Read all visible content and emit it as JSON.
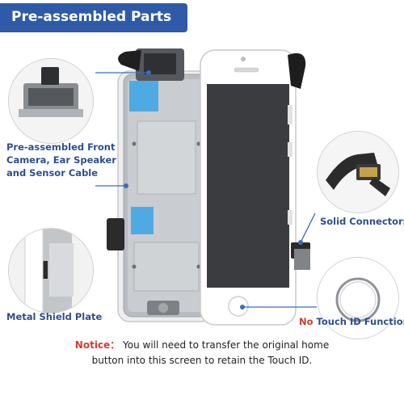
{
  "header": {
    "title": "Pre-assembled Parts"
  },
  "callouts": {
    "front_camera": {
      "line1": "Pre-assembled Front",
      "line2": "Camera, Ear Speaker",
      "line3": "and Sensor Cable"
    },
    "shield": {
      "label": "Metal Shield Plate"
    },
    "connectors": {
      "label": "Solid Connectors"
    },
    "touch_id": {
      "prefix": "No",
      "rest": " Touch ID Function"
    }
  },
  "notice": {
    "prefix": "Notice：",
    "line1": " You will need to transfer the original home",
    "line2": "button into this screen to retain the Touch ID."
  },
  "colors": {
    "banner": "#2f5aa8",
    "label": "#2d4f8f",
    "warning": "#d73a2a",
    "pointer": "#3a6cc0"
  }
}
